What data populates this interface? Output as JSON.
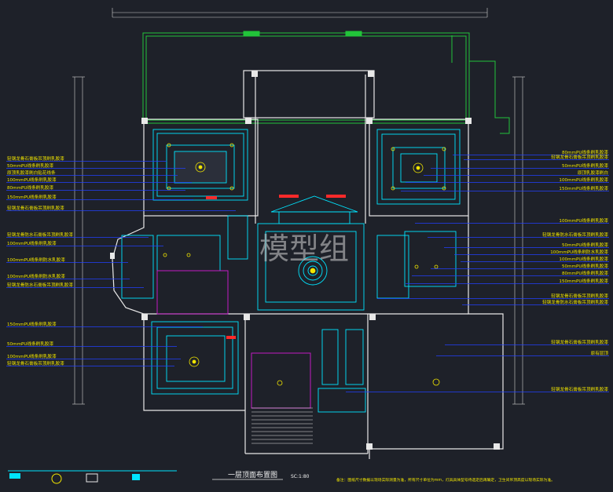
{
  "drawing": {
    "title": "一层顶面布置图",
    "scale": "SC:1:80",
    "watermark": "模型组",
    "note": "备注：图纸尺寸数据以现场实际测量为准，所有尺寸单位为mm，灯具具体型号待选定后再确定，卫生间吊顶高度以现场实际为准。",
    "colors": {
      "background": "#1e2129",
      "wall": "#e8e8e8",
      "ceiling_cyan": "#00e5ff",
      "leader": "#2340ff",
      "label": "#f2e600",
      "green": "#22c43a",
      "red": "#ff2a2a",
      "magenta": "#c21ac2"
    }
  },
  "left_labels": [
    "轻钢龙骨石膏板吊顶刷乳胶漆",
    "50mmPU线条刷乳胶漆",
    "原顶乳胶漆刷白贴花线条",
    "100mmPU线条刷乳胶漆",
    "80mmPU线条刷乳胶漆",
    "150mmPU线条刷乳胶漆",
    "轻钢龙骨石膏板吊顶刷乳胶漆",
    "轻钢龙骨防水石膏板吊顶刷乳胶漆",
    "100mmPU线条刷乳胶漆",
    "100mmPU线条刷防水乳胶漆",
    "100mmPU线条刷防水乳胶漆",
    "轻钢龙骨防水石膏板吊顶刷乳胶漆",
    "150mmPU线条刷乳胶漆",
    "50mmPU线条刷乳胶漆",
    "100mmPU线条刷乳胶漆",
    "轻钢龙骨石膏板吊顶刷乳胶漆"
  ],
  "right_labels": [
    "80mmPU线条刷乳胶漆",
    "轻钢龙骨石膏板吊顶刷乳胶漆",
    "50mmPU线条刷乳胶漆",
    "原顶乳胶漆刷白",
    "100mmPU线条刷乳胶漆",
    "150mmPU线条刷乳胶漆",
    "100mmPU线条刷乳胶漆",
    "轻钢龙骨防水石膏板吊顶刷乳胶漆",
    "50mmPU线条刷乳胶漆",
    "100mmPU线条刷防水乳胶漆",
    "100mmPU线条刷乳胶漆",
    "50mmPU线条刷乳胶漆",
    "80mmPU线条刷乳胶漆",
    "150mmPU线条刷乳胶漆",
    "轻钢龙骨石膏板吊顶刷乳胶漆",
    "轻钢龙骨防水石膏板吊顶刷乳胶漆",
    "轻钢龙骨石膏板吊顶刷乳胶漆",
    "原有层顶",
    "轻钢龙骨石膏板吊顶刷乳胶漆"
  ]
}
